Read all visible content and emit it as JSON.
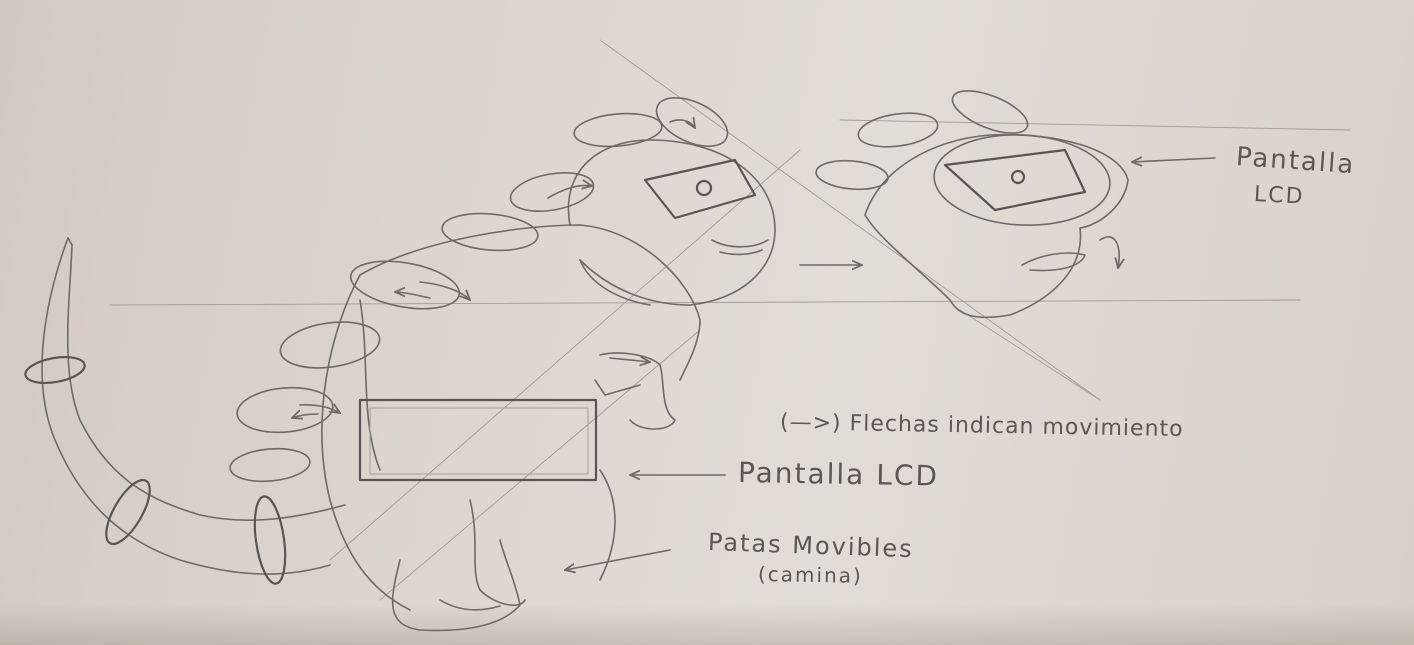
{
  "annotations": {
    "head_screen": {
      "line1": "Pantalla",
      "line2": "LCD"
    },
    "arrows_note": "(—>) Flechas indican movimiento",
    "belly_screen": "Pantalla LCD",
    "legs": {
      "line1": "Patas Movibles",
      "line2": "(camina)"
    }
  },
  "colors": {
    "paper": "#ddd6cf",
    "pencil": "#6f6a66"
  }
}
